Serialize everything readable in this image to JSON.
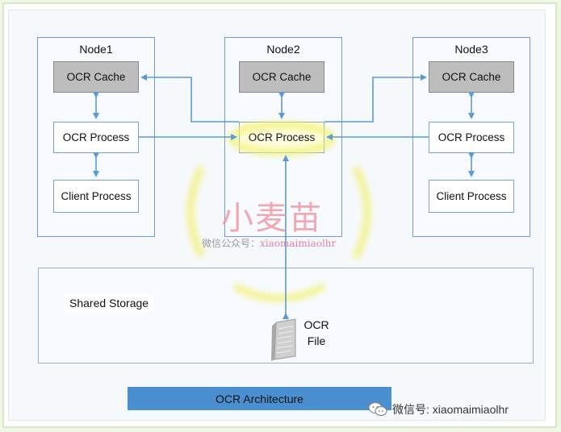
{
  "nodes": [
    {
      "title": "Node1",
      "cache": "OCR Cache",
      "process": "OCR Process",
      "client": "Client Process"
    },
    {
      "title": "Node2",
      "cache": "OCR Cache",
      "process": "OCR Process"
    },
    {
      "title": "Node3",
      "cache": "OCR Cache",
      "process": "OCR Process",
      "client": "Client Process"
    }
  ],
  "storage": {
    "label": "Shared Storage",
    "file_label_line1": "OCR",
    "file_label_line2": "File"
  },
  "caption": "OCR Architecture",
  "watermark": {
    "title": "小麦苗",
    "subtitle_prefix": "微信公众号：",
    "subtitle_id": "xiaomaimiaolhr"
  },
  "wechat": {
    "label": "微信号: xiaomaimiaolhr"
  },
  "colors": {
    "arrow": "#5b9bd5",
    "cache_fill": "#bdbdbd",
    "caption_fill": "#4a90d0",
    "glow": "#f3f27a"
  }
}
